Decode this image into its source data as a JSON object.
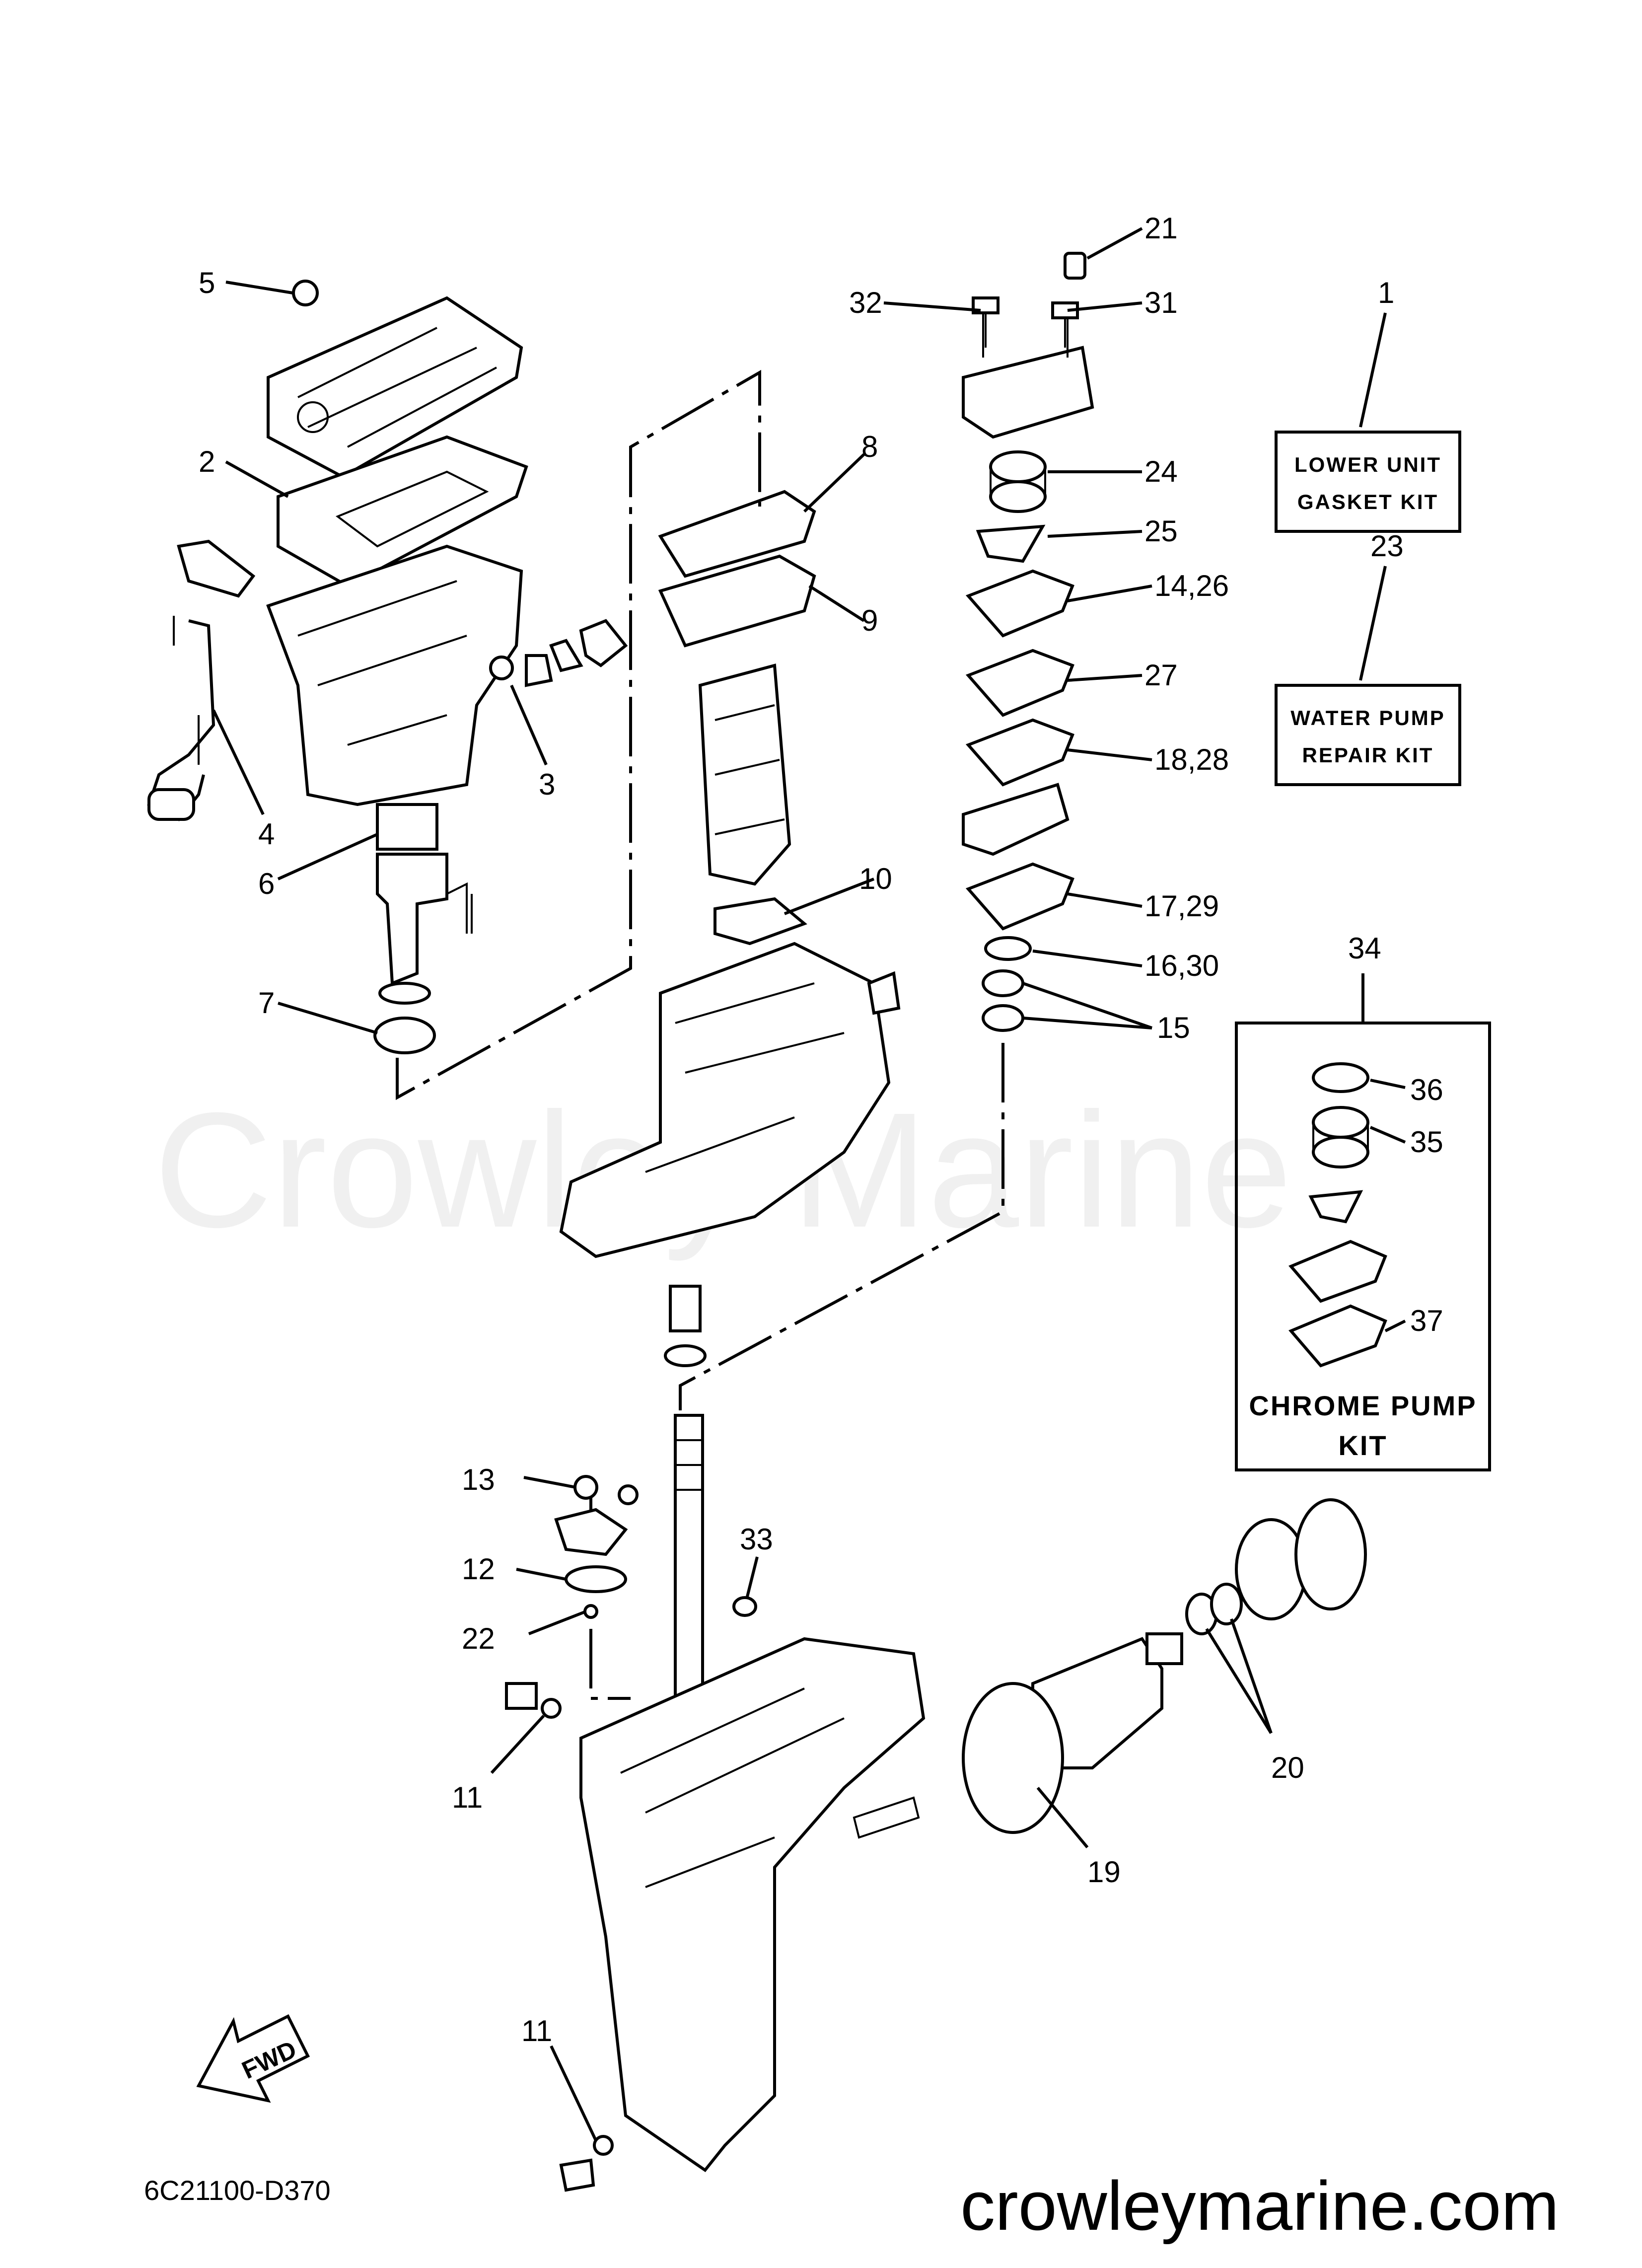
{
  "callouts": {
    "c1": "1",
    "c2": "2",
    "c3": "3",
    "c4": "4",
    "c5": "5",
    "c6": "6",
    "c7": "7",
    "c8": "8",
    "c9": "9",
    "c10": "10",
    "c11a": "11",
    "c11b": "11",
    "c12": "12",
    "c13": "13",
    "c14_26": "14,26",
    "c15": "15",
    "c16_30": "16,30",
    "c17_29": "17,29",
    "c18_28": "18,28",
    "c19": "19",
    "c20": "20",
    "c21": "21",
    "c22": "22",
    "c23": "23",
    "c24": "24",
    "c25": "25",
    "c27": "27",
    "c31": "31",
    "c32": "32",
    "c33": "33",
    "c34": "34",
    "c35": "35",
    "c36": "36",
    "c37": "37"
  },
  "kits": {
    "lower_unit_line1": "LOWER UNIT",
    "lower_unit_line2": "GASKET KIT",
    "water_pump_line1": "WATER PUMP",
    "water_pump_line2": "REPAIR KIT",
    "chrome_pump_line1": "CHROME PUMP",
    "chrome_pump_line2": "KIT"
  },
  "fwd_label": "FWD",
  "diagram_code": "6C21100-D370",
  "watermark": "Crowley Marine",
  "site": "crowleymarine.com"
}
